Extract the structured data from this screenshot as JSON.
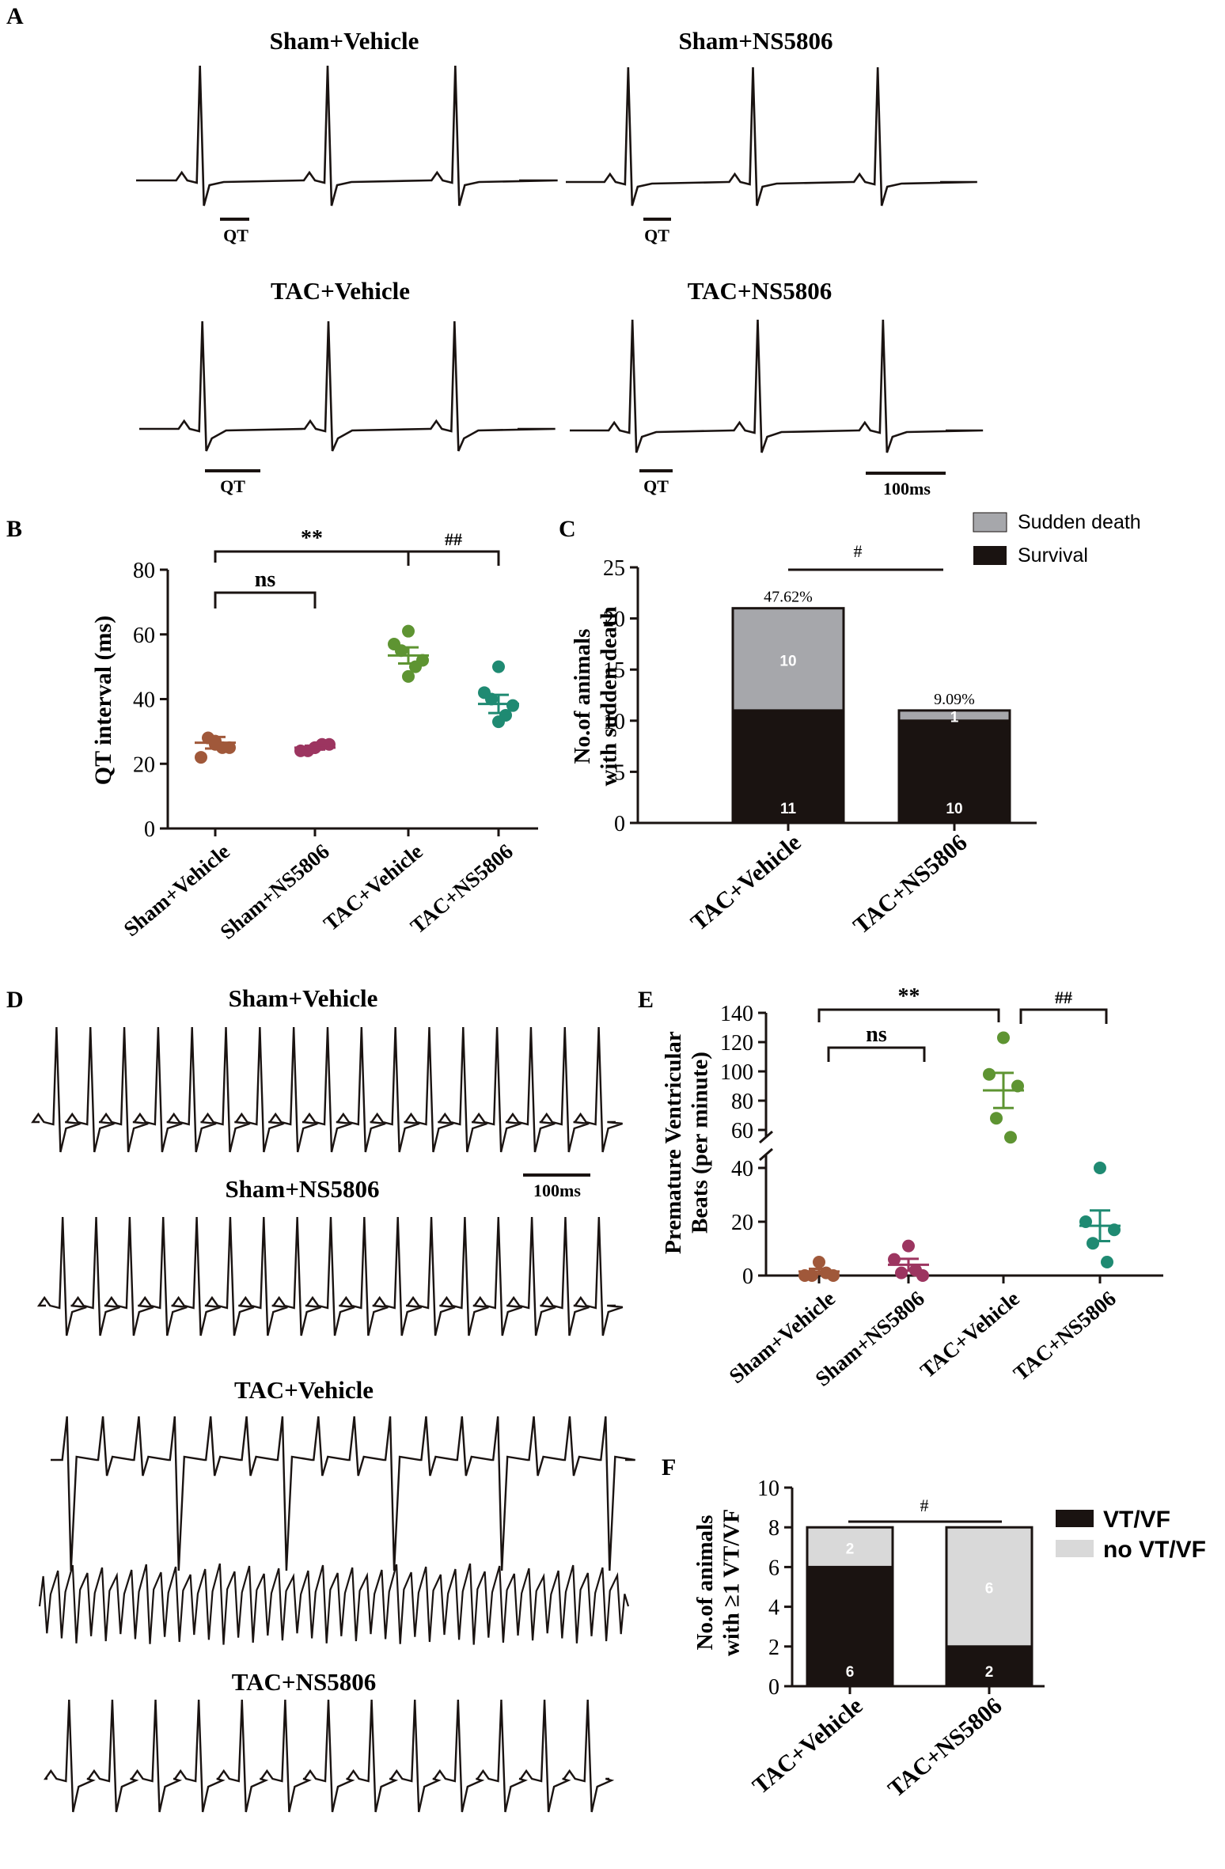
{
  "panel_labels": {
    "A": "A",
    "B": "B",
    "C": "C",
    "D": "D",
    "E": "E",
    "F": "F"
  },
  "panel_a": {
    "traces": [
      {
        "title": "Sham+Vehicle",
        "marker": "QT",
        "beats": 3
      },
      {
        "title": "Sham+NS5806",
        "marker": "QT",
        "beats": 3
      },
      {
        "title": "TAC+Vehicle",
        "marker": "QT",
        "beats": 3
      },
      {
        "title": "TAC+NS5806",
        "marker": "QT",
        "beats": 3
      }
    ],
    "scale_label": "100ms"
  },
  "panel_d": {
    "traces": [
      {
        "title": "Sham+Vehicle",
        "style": "regular",
        "beats": 17
      },
      {
        "title": "Sham+NS5806",
        "style": "regular",
        "beats": 17
      },
      {
        "title": "TAC+Vehicle",
        "style": "premature",
        "beats": 16
      },
      {
        "title": "",
        "style": "vtvf",
        "beats": 40
      },
      {
        "title": "TAC+NS5806",
        "style": "regular",
        "beats": 13
      }
    ],
    "scale_label": "100ms"
  },
  "colors": {
    "sham_vehicle": "#a0583a",
    "sham_ns5806": "#9c3560",
    "tac_vehicle": "#5e9432",
    "tac_ns5806": "#1f8a72",
    "sudden_death": "#a6a7ab",
    "survival": "#1a1311",
    "no_vtvf": "#d9d9d9",
    "vtvf": "#1a1311"
  },
  "chart_data": [
    {
      "id": "B",
      "type": "scatter",
      "ylabel": "QT interval (ms)",
      "ylim": [
        0,
        80
      ],
      "yticks": [
        "0",
        "20",
        "40",
        "60",
        "80"
      ],
      "categories": [
        "Sham+Vehicle",
        "Sham+NS5806",
        "TAC+Vehicle",
        "TAC+NS5806"
      ],
      "series": [
        {
          "values": [
            26,
            22,
            25,
            28,
            25,
            27
          ],
          "mean": 26.5,
          "sem": 1.8
        },
        {
          "values": [
            25,
            24,
            26,
            24,
            26,
            25
          ],
          "mean": 25,
          "sem": 0.6
        },
        {
          "values": [
            61,
            57,
            52,
            55,
            50,
            47
          ],
          "mean": 53.5,
          "sem": 2.5
        },
        {
          "values": [
            50,
            42,
            38,
            40,
            35,
            33
          ],
          "mean": 38.5,
          "sem": 2.8
        }
      ],
      "annotations": [
        {
          "text": "**",
          "from": 0,
          "to": 2
        },
        {
          "text": "ns",
          "from": 0,
          "to": 1
        },
        {
          "text": "##",
          "from": 2,
          "to": 3
        }
      ]
    },
    {
      "id": "C",
      "type": "bar",
      "stacked": true,
      "ylabel": "No.of animals with sudden death",
      "ylim": [
        0,
        25
      ],
      "yticks": [
        "0",
        "5",
        "10",
        "15",
        "20",
        "25"
      ],
      "categories": [
        "TAC+Vehicle",
        "TAC+NS5806"
      ],
      "series": [
        {
          "name": "Survival",
          "values": [
            11,
            10
          ],
          "labels": [
            "11",
            "10"
          ]
        },
        {
          "name": "Sudden death",
          "values": [
            10,
            1
          ],
          "labels": [
            "10",
            "1"
          ]
        }
      ],
      "bar_top_labels": [
        "47.62%",
        "9.09%"
      ],
      "annotation": "#",
      "legend_position": "top-right"
    },
    {
      "id": "E",
      "type": "scatter",
      "ylabel": "Premature Ventricular Beats (per minute)",
      "y_axis_break": [
        40,
        60
      ],
      "yticks": [
        "0",
        "20",
        "40",
        "60",
        "80",
        "100",
        "120",
        "140"
      ],
      "categories": [
        "Sham+Vehicle",
        "Sham+NS5806",
        "TAC+Vehicle",
        "TAC+NS5806"
      ],
      "series": [
        {
          "values": [
            5,
            0,
            0,
            0,
            1
          ],
          "mean": 1.5,
          "sem": 1
        },
        {
          "values": [
            11,
            6,
            0,
            1,
            2
          ],
          "mean": 4,
          "sem": 2.2
        },
        {
          "values": [
            123,
            98,
            90,
            68,
            55
          ],
          "mean": 87,
          "sem": 12
        },
        {
          "values": [
            40,
            20,
            17,
            12,
            5
          ],
          "mean": 18.5,
          "sem": 5.7
        }
      ],
      "annotations": [
        {
          "text": "**",
          "from": 0,
          "to": 2
        },
        {
          "text": "ns",
          "from": 0,
          "to": 1
        },
        {
          "text": "##",
          "from": 2,
          "to": 3
        }
      ]
    },
    {
      "id": "F",
      "type": "bar",
      "stacked": true,
      "ylabel": "No.of animals with ≥1 VT/VF",
      "ylim": [
        0,
        10
      ],
      "yticks": [
        "0",
        "2",
        "4",
        "6",
        "8",
        "10"
      ],
      "categories": [
        "TAC+Vehicle",
        "TAC+NS5806"
      ],
      "series": [
        {
          "name": "VT/VF",
          "values": [
            6,
            2
          ],
          "labels": [
            "6",
            "2"
          ]
        },
        {
          "name": "no VT/VF",
          "values": [
            2,
            6
          ],
          "labels": [
            "2",
            "6"
          ]
        }
      ],
      "annotation": "#",
      "legend_position": "right"
    }
  ]
}
